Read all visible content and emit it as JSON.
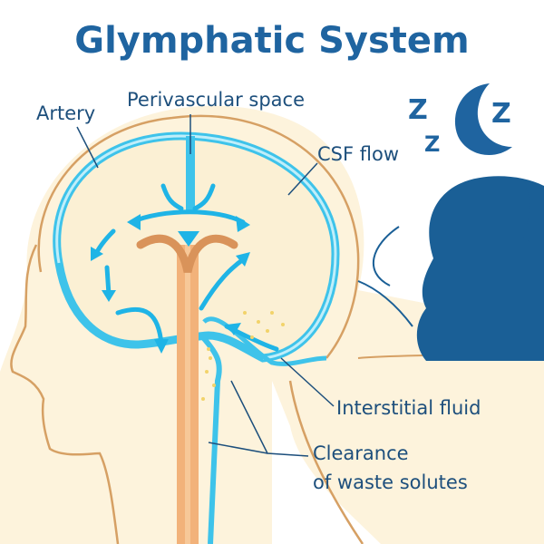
{
  "title": "Glymphatic System",
  "labels": {
    "artery": "Artery",
    "perivascular": "Perivascular space",
    "csf_flow": "CSF flow",
    "interstitial": "Interstitial fluid",
    "clearance_line1": "Clearance",
    "clearance_line2": "of waste solutes"
  },
  "sleep_letters": [
    "Z",
    "Z",
    "Z"
  ],
  "colors": {
    "title": "#1f64a0",
    "fluid": "#3ec3ea",
    "skin": "#fdf3dc",
    "outline": "#d6a064",
    "silhouette": "#1a5f96",
    "stem": "#f2b27a"
  }
}
